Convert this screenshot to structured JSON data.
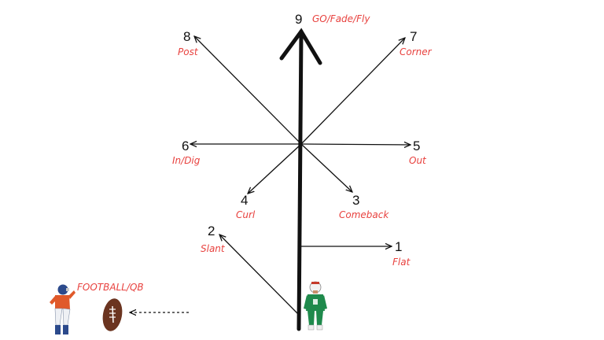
{
  "colors": {
    "label": "#e8423f",
    "line": "#111111",
    "jersey_green": "#1f8a4c",
    "qb_jersey": "#e0592a",
    "helmet_blue": "#2c4a8c",
    "football": "#6b3420"
  },
  "routes": [
    {
      "number": "9",
      "name": "GO/Fade/Fly"
    },
    {
      "number": "8",
      "name": "Post"
    },
    {
      "number": "7",
      "name": "Corner"
    },
    {
      "number": "6",
      "name": "In/Dig"
    },
    {
      "number": "5",
      "name": "Out"
    },
    {
      "number": "4",
      "name": "Curl"
    },
    {
      "number": "3",
      "name": "Comeback"
    },
    {
      "number": "2",
      "name": "Slant"
    },
    {
      "number": "1",
      "name": "Flat"
    }
  ],
  "qb_label": "FOOTBALL/QB",
  "icons": {
    "receiver": "receiver-player-icon",
    "quarterback": "quarterback-player-icon",
    "ball": "football-icon"
  }
}
